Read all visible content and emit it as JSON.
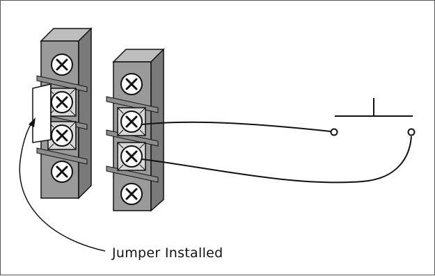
{
  "diagram": {
    "caption": "Jumper Installed",
    "colors": {
      "block_front": "#9a9a9a",
      "block_side": "#7a7a7a",
      "block_top": "#bdbdbd",
      "screw_fill": "#ffffff",
      "line": "#111111",
      "bar": "#8c8c8c"
    },
    "components": [
      "terminal-block-left",
      "terminal-block-right",
      "jumper",
      "pushbutton-switch",
      "wire-upper",
      "wire-lower"
    ]
  }
}
